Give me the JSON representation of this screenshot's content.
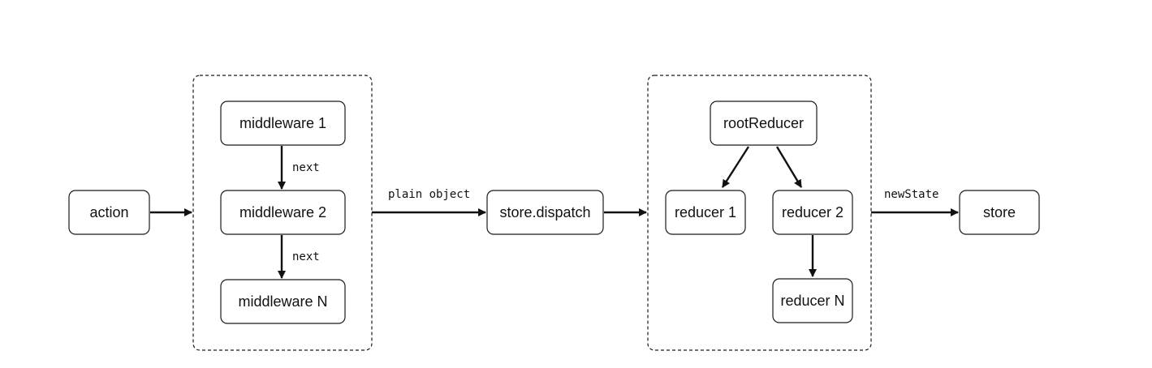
{
  "nodes": {
    "action": "action",
    "middleware_1": "middleware 1",
    "middleware_2": "middleware 2",
    "middleware_n": "middleware N",
    "store_dispatch": "store.dispatch",
    "root_reducer": "rootReducer",
    "reducer_1": "reducer 1",
    "reducer_2": "reducer 2",
    "reducer_n": "reducer N",
    "store": "store"
  },
  "edges": {
    "next_1": "next",
    "next_2": "next",
    "plain_object": "plain object",
    "new_state": "newState"
  },
  "colors": {
    "stroke": "#1a1a1a",
    "background": "#ffffff"
  }
}
